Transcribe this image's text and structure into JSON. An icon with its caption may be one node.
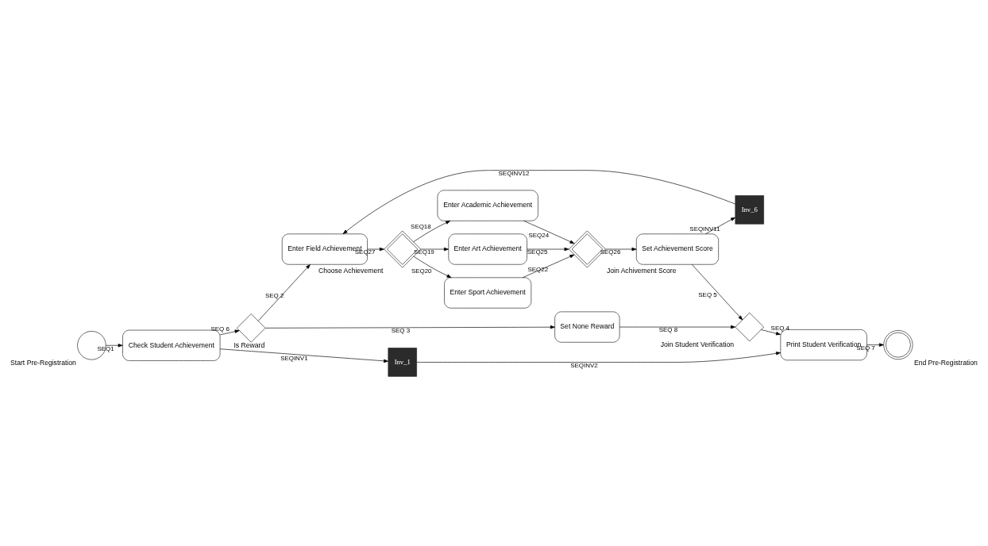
{
  "diagram": {
    "nodes": [
      {
        "text": [
          "Start Pre-Registration"
        ]
      },
      {
        "text": [
          "Check Student Achievement"
        ]
      },
      {
        "text": [
          "Is Reward"
        ]
      },
      {
        "text": [
          "Inv_6"
        ]
      },
      {
        "text": [
          "Enter Field Achievement"
        ]
      },
      {
        "text": [
          "Choose Achievement"
        ]
      },
      {
        "text": [
          "Enter Academic Achievement"
        ]
      },
      {
        "text": [
          "Enter Art Achievement"
        ]
      },
      {
        "text": [
          "Enter Sport Achievement"
        ]
      },
      {
        "text": [
          "Join Achivement Score"
        ]
      },
      {
        "text": [
          "Set None Reward"
        ]
      },
      {
        "text": [
          "Join Student Verification"
        ]
      },
      {
        "text": [
          "Set Achievement Score"
        ]
      },
      {
        "text": [
          "Inv_1"
        ]
      },
      {
        "text": [
          "Print Student Verification"
        ]
      },
      {
        "text": [
          "End Pre-Registration"
        ]
      }
    ],
    "edges": [
      {
        "from": 0,
        "to": 1,
        "arrow": "to",
        "label": "SEQ1"
      },
      {
        "from": 1,
        "to": 2,
        "arrow": "to",
        "label": "SEQ 6"
      },
      {
        "from": 2,
        "to": 4,
        "arrow": "to",
        "label": "SEQ 2"
      },
      {
        "from": 2,
        "to": 10,
        "arrow": "to",
        "label": "SEQ 3"
      },
      {
        "from": 3,
        "to": 4,
        "arrow": "to",
        "label": "SEQINV12"
      },
      {
        "from": 4,
        "to": 5,
        "arrow": "to",
        "label": "SEQ27"
      },
      {
        "from": 5,
        "to": 6,
        "arrow": "to",
        "label": "SEQ18"
      },
      {
        "from": 5,
        "to": 7,
        "arrow": "to",
        "label": "SEQ19"
      },
      {
        "from": 5,
        "to": 8,
        "arrow": "to",
        "label": "SEQ20"
      },
      {
        "from": 6,
        "to": 9,
        "arrow": "to",
        "label": "SEQ24"
      },
      {
        "from": 7,
        "to": 9,
        "arrow": "to",
        "label": "SEQ25"
      },
      {
        "from": 8,
        "to": 9,
        "arrow": "to",
        "label": "SEQ22"
      },
      {
        "from": 9,
        "to": 12,
        "arrow": "to",
        "label": "SEQ26"
      },
      {
        "from": 12,
        "to": 11,
        "arrow": "to",
        "label": "SEQ 5"
      },
      {
        "from": 10,
        "to": 11,
        "arrow": "to",
        "label": "SEQ 8"
      },
      {
        "from": 11,
        "to": 14,
        "arrow": "to",
        "label": "SEQ 4"
      },
      {
        "from": 1,
        "to": 13,
        "arrow": "to",
        "label": "SEQINV1"
      },
      {
        "from": 13,
        "to": 14,
        "arrow": "to",
        "label": "SEQINV2"
      },
      {
        "from": 14,
        "to": 15,
        "arrow": "to",
        "label": "SEQ 7"
      },
      {
        "from": 12,
        "to": 3,
        "arrow": "to",
        "label": "SEQINV11"
      }
    ]
  }
}
